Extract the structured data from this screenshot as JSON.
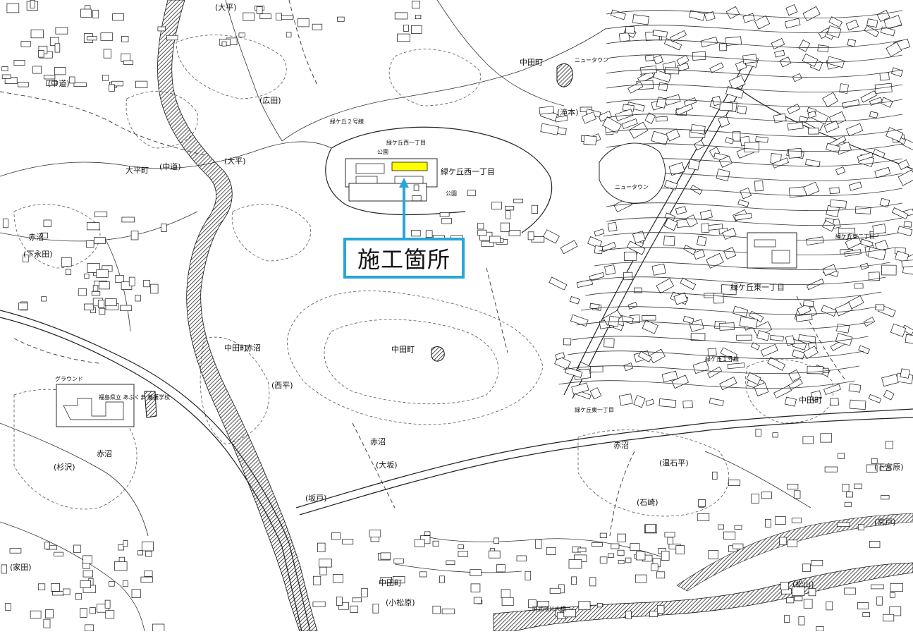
{
  "callout": {
    "label": "施工箇所",
    "border_color": "#28a6d8",
    "marker_color": "#ffff00"
  },
  "place_labels": {
    "nakatamachi_1": "中田町",
    "nakatamachi_2": "中田町",
    "nakatamachi_3": "中田町",
    "nakatamachi_4": "中田町",
    "nakatamachi_5": "中田町",
    "akanuma_1": "赤沼",
    "akanuma_2": "赤沼",
    "akanuma_3": "赤沼",
    "akanuma_4": "赤沼",
    "akanuma_5": "赤沼",
    "midorigaoka_nishi_1": "緑ケ丘西一丁目",
    "midorigaoka_nishi_2": "緑ケ丘西一丁目",
    "midorigaoka_higashi_1": "緑ケ丘東一丁目",
    "midorigaoka_higashi_2": "緑ケ丘東一丁目",
    "midorigaoka_higashi_3": "緑ケ丘東二丁目",
    "route_midorigaoka_2": "緑ケ丘２号線",
    "route_midorigaoka_1": "緑ケ丘１号線",
    "oohira_1": "(大平)",
    "oohira_2": "(大平)",
    "oohira_3": "大平町",
    "nakamichi_1": "(中道)",
    "nakamichi_2": "(中道)",
    "hirota": "(広田)",
    "shimonagata": "(下永田)",
    "nishihira": "(西平)",
    "sugizawa": "(杉沢)",
    "komatsuhara": "(小松原)",
    "takimoto": "(滝本)",
    "sakado": "(坂戸)",
    "ohsaka": "(大坂)",
    "ienota": "(家田)",
    "matsuyama": "(松山)",
    "ishizaki": "(石崎)",
    "miyado": "(宮戸)",
    "shimomiyahara": "(下宮原)",
    "onsenhira": "(温石平)",
    "newtown_1": "ニュータウン",
    "newtown_2": "ニュータウン",
    "ground": "グラウンド",
    "school": "福島県立\nあぶくま\n養護学校",
    "park_1": "公園",
    "park_2": "公園",
    "bridge": "阿武隈川大橋"
  }
}
